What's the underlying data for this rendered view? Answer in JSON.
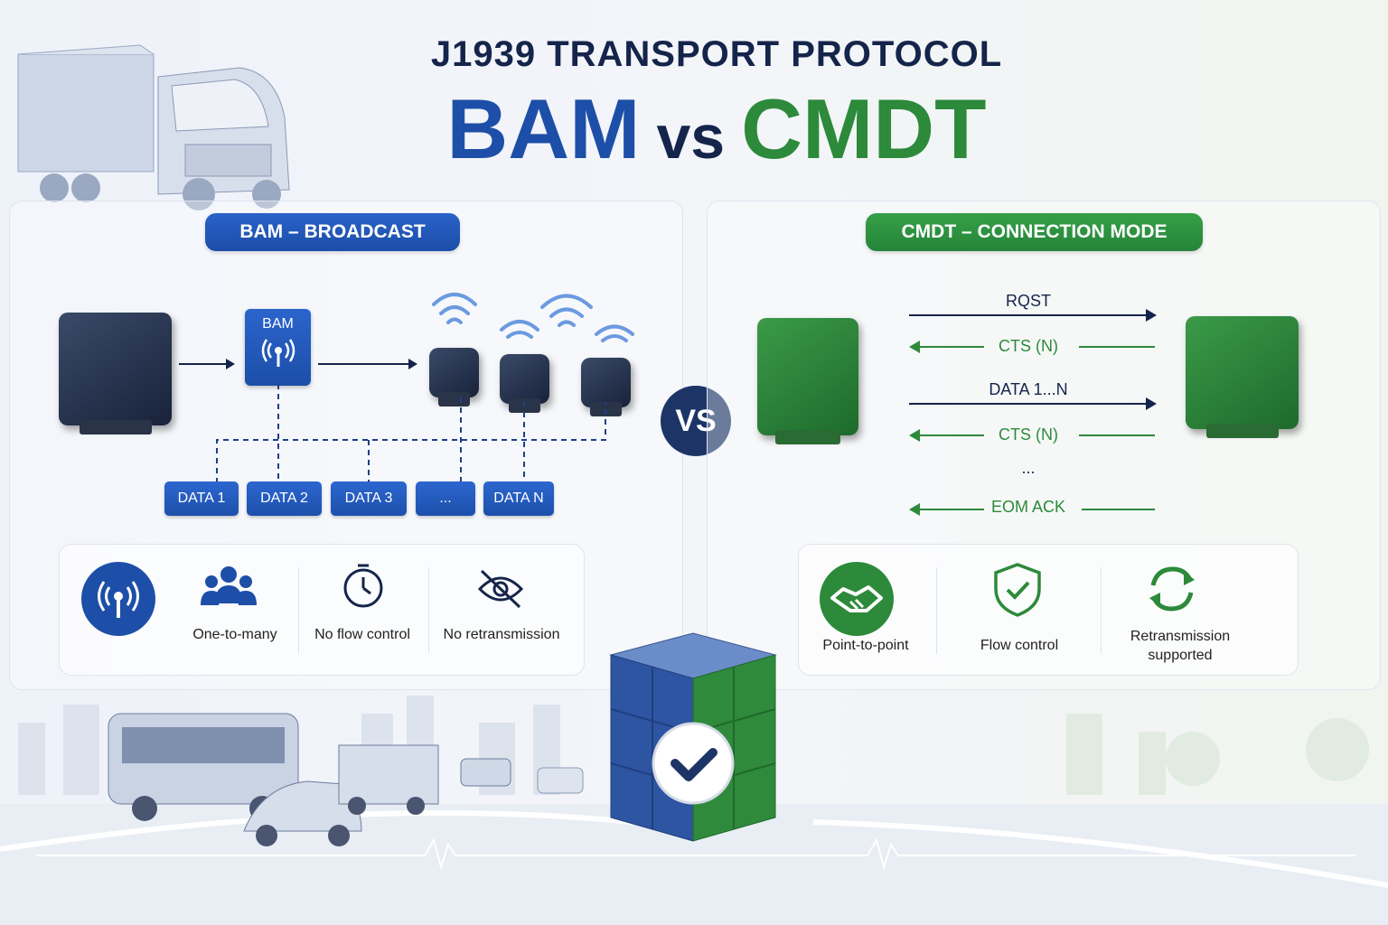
{
  "title": {
    "subtitle": "J1939 TRANSPORT PROTOCOL",
    "left": "BAM",
    "vs": "vs",
    "right": "CMDT"
  },
  "bam": {
    "heading": "BAM – BROADCAST",
    "chip_label": "BAM",
    "data_boxes": [
      "DATA 1",
      "DATA 2",
      "DATA 3",
      "...",
      "DATA N"
    ],
    "features": [
      {
        "icon": "broadcast-icon",
        "label": ""
      },
      {
        "icon": "group-icon",
        "label": "One-to-many"
      },
      {
        "icon": "timer-icon",
        "label": "No flow control"
      },
      {
        "icon": "no-retransmission-icon",
        "label": "No retransmission"
      }
    ]
  },
  "vs_badge": "VS",
  "cmdt": {
    "heading": "CMDT – CONNECTION MODE",
    "messages": [
      {
        "label": "RQST",
        "direction": "right"
      },
      {
        "label": "CTS (N)",
        "direction": "left"
      },
      {
        "label": "DATA 1...N",
        "direction": "right"
      },
      {
        "label": "CTS (N)",
        "direction": "left"
      },
      {
        "label": "...",
        "direction": "none"
      },
      {
        "label": "EOM ACK",
        "direction": "left"
      }
    ],
    "features": [
      {
        "icon": "handshake-icon",
        "label": "Point-to-point"
      },
      {
        "icon": "shield-check-icon",
        "label": "Flow control"
      },
      {
        "icon": "refresh-icon",
        "label": "Retransmission supported"
      }
    ]
  },
  "colors": {
    "bam": "#1d4fa8",
    "cmdt": "#2c8a3a",
    "navy": "#15244a"
  }
}
